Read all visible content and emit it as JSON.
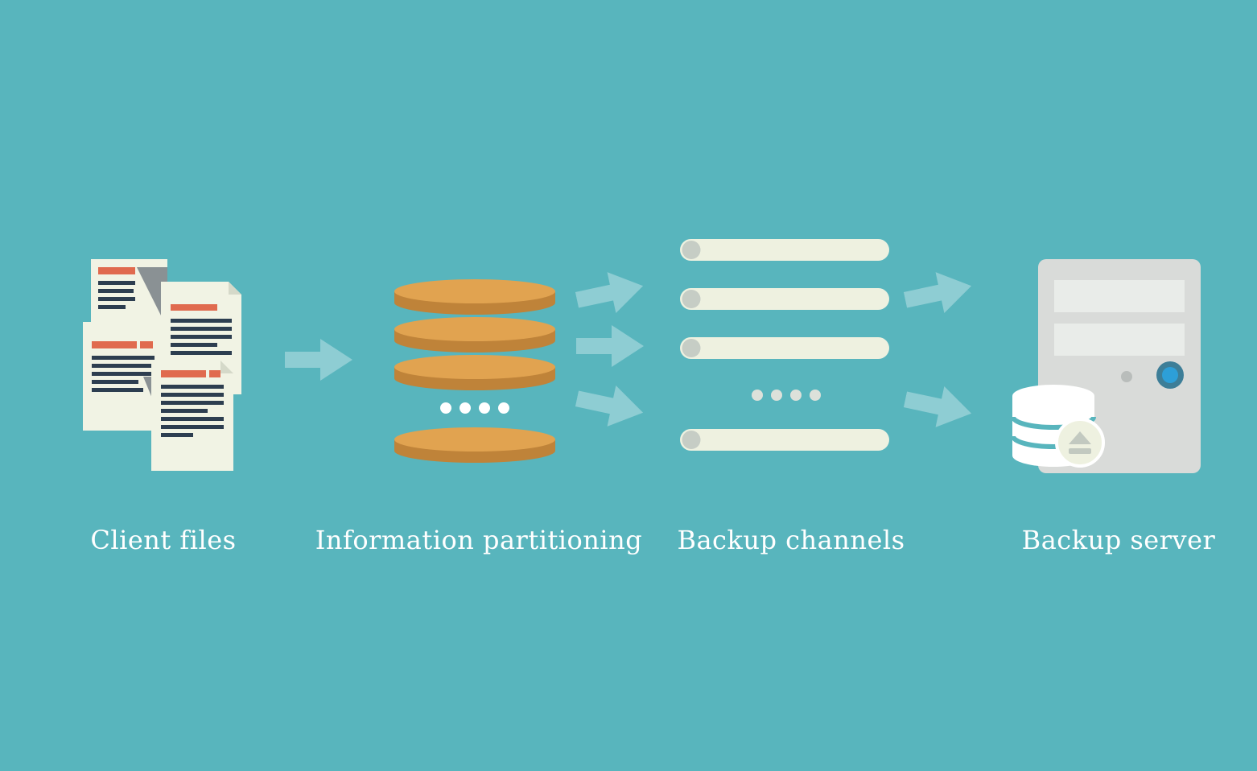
{
  "diagram": {
    "background_color": "#58b5bd",
    "stages": [
      {
        "id": "client-files",
        "label": "Client files",
        "icon": "documents-stack-icon"
      },
      {
        "id": "information-partitioning",
        "label": "Information partitioning",
        "icon": "disc-stack-icon"
      },
      {
        "id": "backup-channels",
        "label": "Backup channels",
        "icon": "channel-tubes-icon"
      },
      {
        "id": "backup-server",
        "label": "Backup server",
        "icon": "server-tower-icon"
      }
    ],
    "connectors": {
      "icon": "right-arrow-icon",
      "counts_between_stages": [
        1,
        3,
        2
      ]
    },
    "colors": {
      "background": "#58b5bd",
      "arrow": "#8ecdd3",
      "document": "#f1f3e4",
      "document_fold": "#d5d9c9",
      "document_shadow": "#8a9194",
      "accent_red": "#e06a4e",
      "text_navy": "#2d3e50",
      "disc_top": "#e1a350",
      "disc_side": "#bf8339",
      "dot_white": "#ffffff",
      "tube_body": "#eef1e0",
      "tube_cap": "#c6cdc5",
      "tube_dot": "#dde1da",
      "server_body": "#d9dbd9",
      "server_slot": "#e9ece9",
      "server_button": "#b9bdbb",
      "led_ring": "#3d7e98",
      "led_blue": "#2d9fd8",
      "database_white": "#ffffff",
      "badge_fill": "#eef1e0",
      "badge_ring": "#ffffff",
      "badge_glyph": "#c2c9c0",
      "label_text": "#ffffff"
    }
  }
}
